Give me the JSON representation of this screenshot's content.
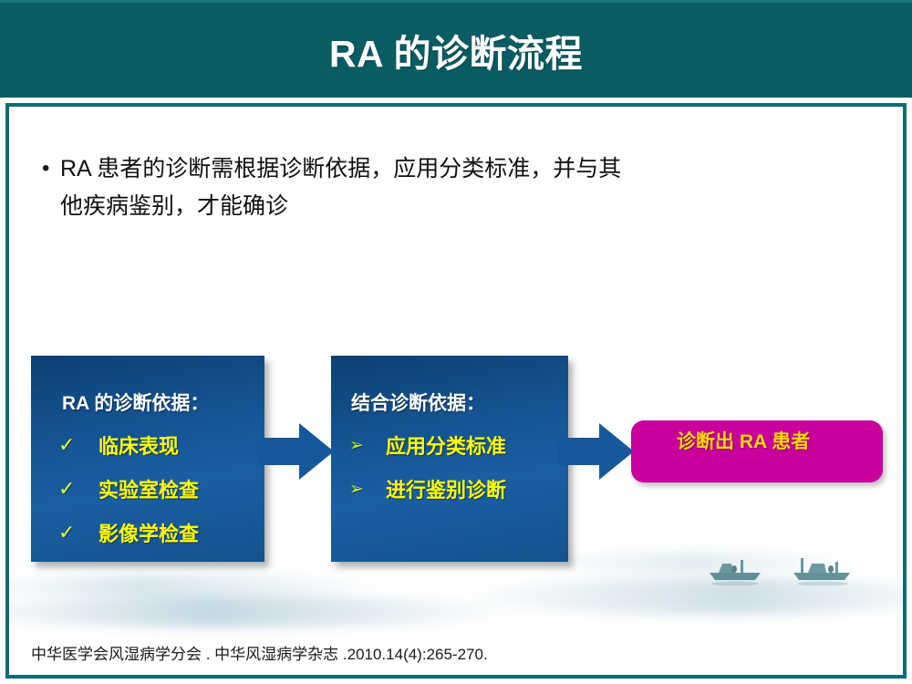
{
  "header": {
    "title": "RA 的诊断流程",
    "background_color": "#0a5c63"
  },
  "body": {
    "bullet": {
      "marker": "•",
      "text": "RA 患者的诊断需根据诊断依据，应用分类标准，并与其他疾病鉴别，才能确诊"
    },
    "flow": {
      "box1": {
        "heading": "RA 的诊断依据：",
        "marker": "✓",
        "items": [
          {
            "marker": "✓",
            "label": "临床表现"
          },
          {
            "marker": "✓",
            "label": "实验室检查"
          },
          {
            "marker": "✓",
            "label": "影像学检查"
          }
        ],
        "fill_color": "#14528f"
      },
      "box2": {
        "heading": "结合诊断依据：",
        "marker": "➢",
        "items": [
          {
            "marker": "➢",
            "label": "应用分类标准"
          },
          {
            "marker": "➢",
            "label": "进行鉴别诊断"
          }
        ],
        "fill_color": "#14528f"
      },
      "arrow1": {
        "name": "right-arrow",
        "color": "#15599a"
      },
      "arrow2": {
        "name": "right-arrow",
        "color": "#15599a"
      },
      "result": {
        "label": "诊断出 RA 患者",
        "fill_color": "#c9009b",
        "text_color": "#ffd800"
      }
    },
    "citation": "中华医学会风湿病学分会 . 中华风湿病学杂志 .2010.14(4):265-270.",
    "watermark": {
      "name": "boats-on-misty-water",
      "color": "#4c7f86"
    }
  }
}
